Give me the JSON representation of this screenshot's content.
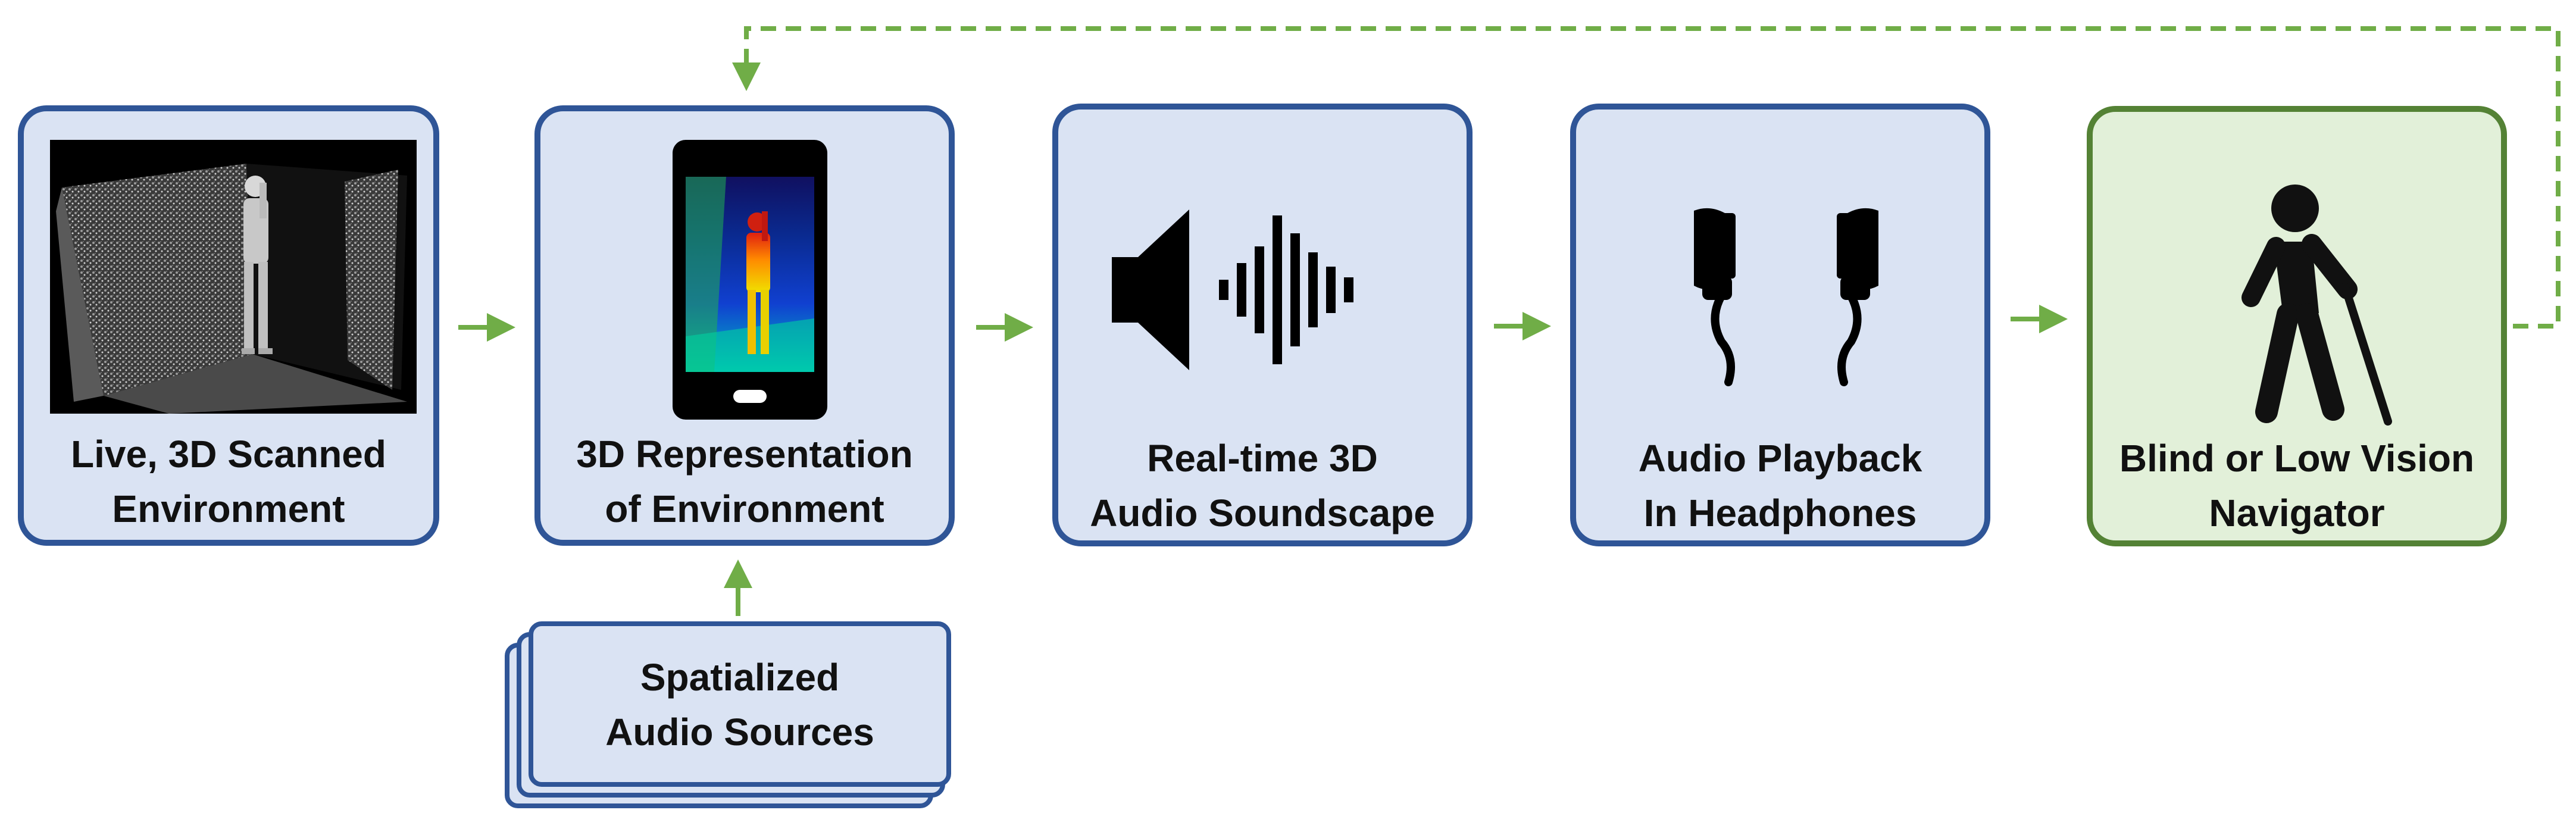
{
  "diagram": {
    "nodes": [
      {
        "id": "scan",
        "line1": "Live, 3D Scanned",
        "line2": "Environment"
      },
      {
        "id": "repr",
        "line1": "3D Representation",
        "line2": "of Environment"
      },
      {
        "id": "audio",
        "line1": "Real-time 3D",
        "line2": "Audio Soundscape"
      },
      {
        "id": "playback",
        "line1": "Audio Playback",
        "line2": "In Headphones"
      },
      {
        "id": "nav",
        "line1": "Blind or Low Vision",
        "line2": "Navigator"
      }
    ],
    "sources": {
      "line1": "Spatialized",
      "line2": "Audio Sources"
    },
    "edges": [
      {
        "from": "scan",
        "to": "repr",
        "style": "solid"
      },
      {
        "from": "repr",
        "to": "audio",
        "style": "solid"
      },
      {
        "from": "audio",
        "to": "playback",
        "style": "solid"
      },
      {
        "from": "playback",
        "to": "nav",
        "style": "solid"
      },
      {
        "from": "sources",
        "to": "repr",
        "style": "solid"
      },
      {
        "from": "nav",
        "to": "repr",
        "style": "dashed"
      }
    ],
    "colors": {
      "box_fill": "#dae3f3",
      "box_border": "#2f5597",
      "nav_fill": "#e2f0d9",
      "nav_border": "#548235",
      "arrow": "#70ad47"
    },
    "icons": [
      "point-cloud-scan-image",
      "phone-depth-map-icon",
      "speaker-waveform-icon",
      "earphones-icon",
      "blind-person-with-cane-icon"
    ]
  }
}
